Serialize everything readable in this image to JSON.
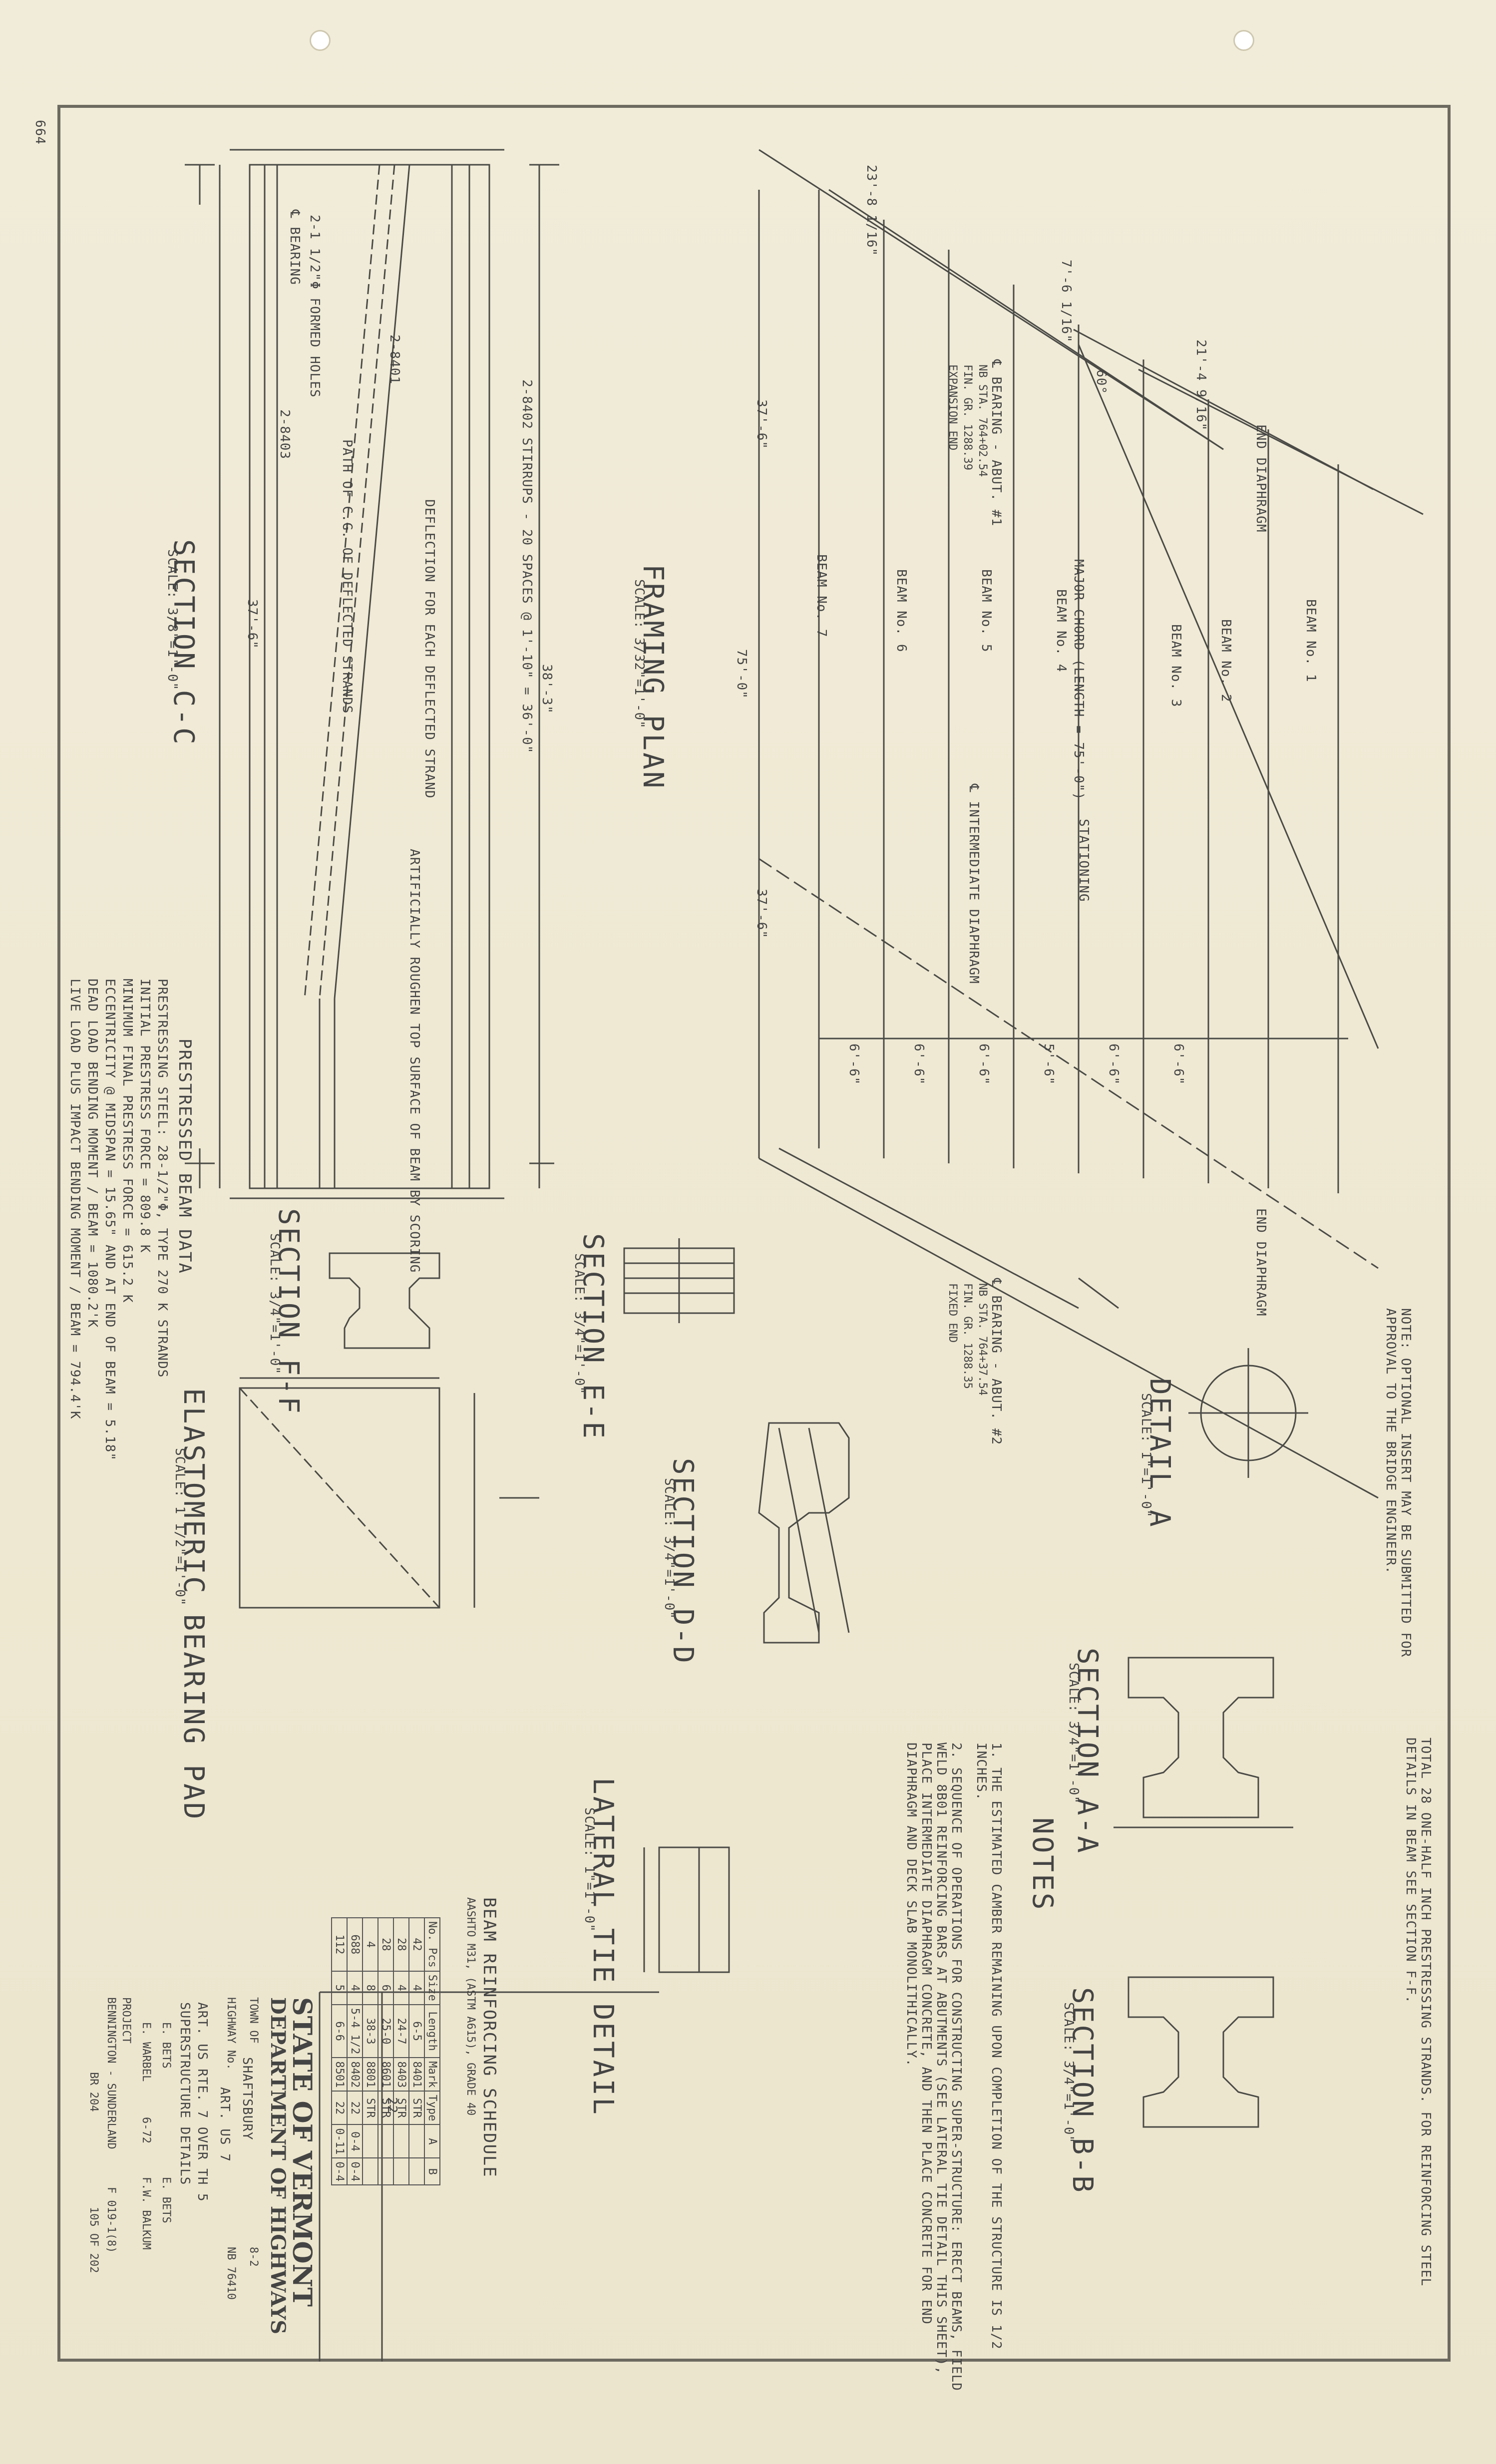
{
  "sheet": {
    "corner_mark": "664",
    "notes_header": "NOTES",
    "note_1": "1. THE ESTIMATED CAMBER REMAINING UPON COMPLETION OF THE STRUCTURE IS 1/2 INCHES.",
    "note_2": "2. SEQUENCE OF OPERATIONS FOR CONSTRUCTING SUPER-STRUCTURE: ERECT BEAMS, FIELD WELD 8B01 REINFORCING BARS AT ABUTMENTS (SEE LATERAL TIE DETAIL THIS SHEET), PLACE INTERMEDIATE DIAPHRAGM CONCRETE, AND THEN PLACE CONCRETE FOR END DIAPHRAGM AND DECK SLAB MONOLITHICALLY.",
    "top_note": "TOTAL 28 ONE-HALF INCH PRESTRESSING STRANDS. FOR REINFORCING STEEL DETAILS IN BEAM SEE SECTION F-F.",
    "optional_insert_note": "NOTE: OPTIONAL INSERT MAY BE SUBMITTED FOR APPROVAL TO THE BRIDGE ENGINEER."
  },
  "views": {
    "section_cc": "SECTION C-C",
    "section_cc_scale": "SCALE: 3/8\"=1'-0\"",
    "framing_plan": "FRAMING PLAN",
    "framing_plan_scale": "SCALE: 3/32\"=1'-0\"",
    "section_ff": "SECTION F-F",
    "section_ff_scale": "SCALE: 3/4\"=1'-0\"",
    "section_ee": "SECTION E-E",
    "section_ee_scale": "SCALE: 3/4\"=1'-0\"",
    "section_dd": "SECTION D-D",
    "section_dd_scale": "SCALE: 3/4\"=1'-0\"",
    "detail_a": "DETAIL A",
    "detail_a_scale": "SCALE: 1\"=1'-0\"",
    "section_aa": "SECTION A-A",
    "section_aa_scale": "SCALE: 3/4\"=1'-0\"",
    "section_bb": "SECTION B-B",
    "section_bb_scale": "SCALE: 3/4\"=1'-0\"",
    "lateral_tie": "LATERAL TIE DETAIL",
    "lateral_tie_scale": "SCALE: 1\"=1'-0\"",
    "elastomeric": "ELASTOMERIC BEARING PAD",
    "elastomeric_scale": "SCALE: 1 1/2\"=1'-0\""
  },
  "framing": {
    "beams": [
      "BEAM No. 1",
      "BEAM No. 2",
      "BEAM No. 3",
      "BEAM No. 4",
      "BEAM No. 5",
      "BEAM No. 6",
      "BEAM No. 7"
    ],
    "end_diaphragm": "END DIAPHRAGM",
    "bearing_abut1": "℄ BEARING - ABUT. #1",
    "sta1": "NB STA. 764+02.54",
    "fin1": "FIN. GR. 1288.39",
    "expansion": "EXPANSION END",
    "bearing_abut2": "℄ BEARING - ABUT. #2",
    "sta2": "NB STA. 764+37.54",
    "fin2": "FIN. GR. 1288.35",
    "fixed": "FIXED END",
    "major_chord": "MAJOR CHORD (LENGTH = 75'-0\")",
    "stationing": "STATIONING",
    "int_diaphragm": "℄ INTERMEDIATE DIAPHRAGM",
    "dim_75": "75'-0\"",
    "dim_37_6": "37'-6\"",
    "dim_23": "23'-8 1/16\"",
    "dim_21": "21'-4 9/16\"",
    "dim_7": "7'-6 1/16\"",
    "spacings": [
      "6'-6\"",
      "6'-6\"",
      "6'-6\"",
      "5'-6\"",
      "6'-6\"",
      "6'-6\""
    ],
    "angle": "60°"
  },
  "prestress": {
    "title": "PRESTRESSED BEAM DATA",
    "lines": [
      "PRESTRESSING STEEL: 28-1/2\"Φ, TYPE 270 K STRANDS",
      "INITIAL PRESTRESS FORCE = 809.8 K",
      "MINIMUM FINAL PRESTRESS FORCE = 615.2 K",
      "ECCENTRICITY @ MIDSPAN = 15.65\" AND AT END OF BEAM = 5.18\"",
      "DEAD LOAD BENDING MOMENT / BEAM = 1080.2'K",
      "LIVE LOAD PLUS IMPACT BENDING MOMENT / BEAM = 794.4'K"
    ]
  },
  "section_cc_labels": {
    "stirrups1": "2-8402 STIRRUPS - 20 SPACES @ 1'-10\" = 36'-0\"",
    "deflection": "DEFLECTION FOR EACH DEFLECTED STRAND",
    "roughen": "ARTIFICIALLY ROUGHEN TOP SURFACE OF BEAM BY SCORING",
    "path": "PATH OF C.G. OF DEFLECTED STRANDS",
    "formed": "2-1 1/2\"Φ FORMED HOLES",
    "dim_38": "38'-3\"",
    "dim_37": "37'-6\"",
    "bar1": "2-8401",
    "bar2": "2-8403",
    "bearing": "℄ BEARING"
  },
  "schedule": {
    "title": "BEAM REINFORCING SCHEDULE",
    "subtitle": "AASHTO M31, (ASTM A615), GRADE 40",
    "header": [
      "No. Pcs",
      "Size",
      "Length",
      "Mark",
      "Type",
      "A",
      "B"
    ],
    "rows": [
      [
        "42",
        "4",
        "6-5",
        "8401",
        "STR",
        "",
        ""
      ],
      [
        "28",
        "4",
        "24-7",
        "8403",
        "STR",
        "",
        ""
      ],
      [
        "28",
        "6",
        "25-0",
        "8601",
        "STR",
        "",
        ""
      ],
      [
        "4",
        "8",
        "38-3",
        "8801",
        "STR",
        "",
        ""
      ],
      [
        "688",
        "4",
        "5-4 1/2",
        "8402",
        "22",
        "0-4",
        "0-4"
      ],
      [
        "112",
        "5",
        "6-6",
        "8501",
        "22",
        "0-11",
        "0-4"
      ]
    ]
  },
  "title_block": {
    "state": "STATE OF VERMONT",
    "dept": "DEPARTMENT OF HIGHWAYS",
    "town_label": "TOWN OF",
    "town": "SHAFTSBURY",
    "hwy_label": "HIGHWAY No.",
    "hwy": "ART. US 7",
    "desc1": "ART. US RTE. 7 OVER TH 5",
    "desc2": "SUPERSTRUCTURE DETAILS",
    "designed": "E. BETS",
    "checked": "E. WARBEL",
    "drawn": "E. BETS",
    "approved": "F.W. BALKUM",
    "project_label": "PROJECT",
    "project": "BENNINGTON - SUNDERLAND",
    "project_no": "F 019-1(8)",
    "bridge": "BR 204",
    "sheet": "105 OF 202",
    "log": "8-2",
    "surv": "NB 76410",
    "date": "6-72",
    "circle": "22"
  }
}
